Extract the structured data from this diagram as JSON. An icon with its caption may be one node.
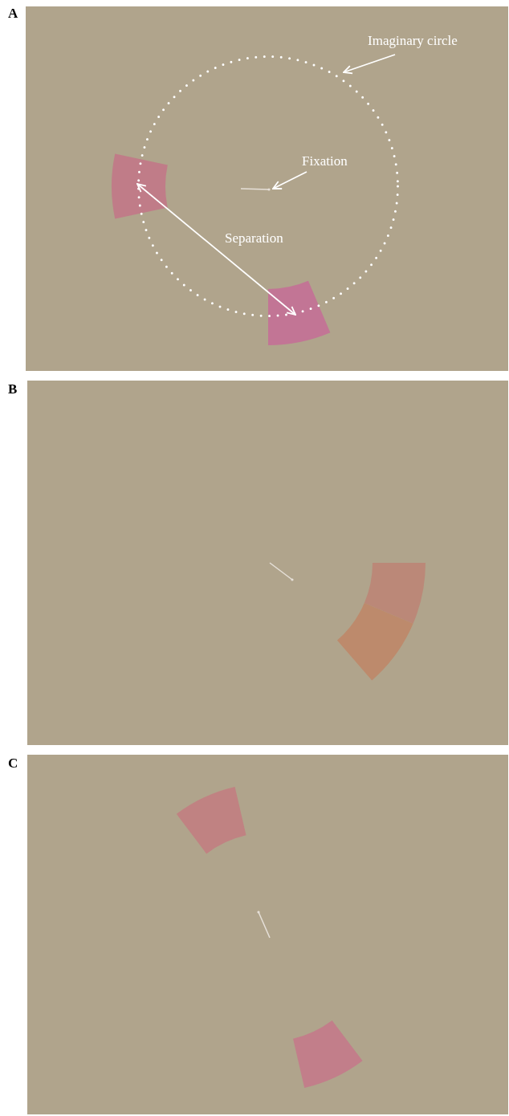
{
  "diagram": {
    "nodes": [
      {
        "text": [
          "Imaginary circle"
        ]
      },
      {
        "text": [],
        "shape": "circle"
      },
      {
        "text": [
          "Fixation"
        ],
        "in": 1
      },
      {
        "text": [],
        "shape": "line",
        "in": 1
      },
      {
        "text": [],
        "shape": "wedge"
      },
      {
        "text": [],
        "shape": "wedge"
      },
      {
        "text": [],
        "shape": "line"
      },
      {
        "text": [],
        "shape": "wedge"
      },
      {
        "text": [],
        "shape": "line"
      },
      {
        "text": [],
        "shape": "wedge"
      },
      {
        "text": [],
        "shape": "wedge"
      }
    ],
    "edges": [
      {
        "from": 0,
        "to": 1,
        "arrow": "to"
      },
      {
        "from": 2,
        "to": 3,
        "arrow": "to"
      },
      {
        "from": 4,
        "to": 5,
        "arrow": "both",
        "label": "Separation"
      }
    ],
    "labels": [
      "A",
      "B",
      "C"
    ]
  }
}
